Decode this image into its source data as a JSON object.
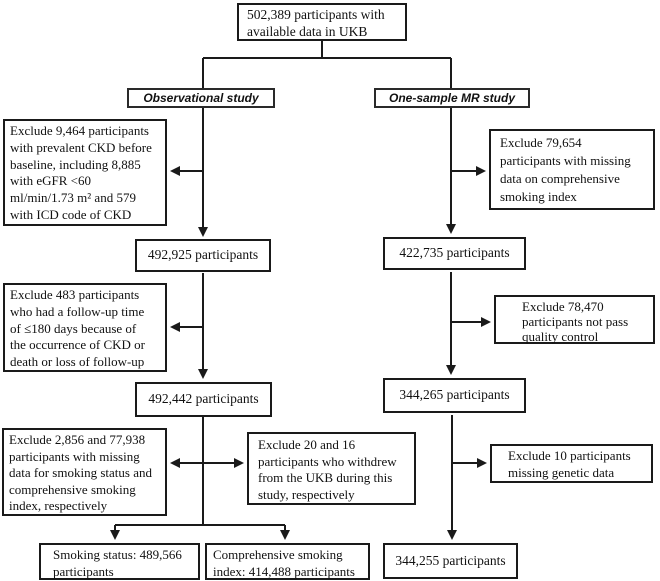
{
  "figure": {
    "type": "participant-flow-diagram",
    "top_box": "502,389 participants with\navailable data in UKB",
    "observational": {
      "label": "Observational study",
      "exclude_ckd": "Exclude 9,464 participants\nwith prevalent CKD before\nbaseline, including 8,885\nwith eGFR <60\nml/min/1.73 m² and 579\nwith ICD code of CKD",
      "n_after_ckd": "492,925 participants",
      "exclude_followup": "Exclude 483 participants\nwho had a follow-up time\nof ≤180 days because of\nthe occurrence of CKD or\ndeath or loss of follow-up",
      "n_after_followup": "492,442 participants",
      "exclude_missing_smoking": "Exclude 2,856 and 77,938\nparticipants with missing\ndata for smoking status and\ncomprehensive smoking\nindex, respectively",
      "exclude_withdrawn": "Exclude 20 and 16\nparticipants who withdrew\nfrom the UKB during this\nstudy, respectively",
      "final_smoking_status": "Smoking status: 489,566\nparticipants",
      "final_smoking_index": "Comprehensive smoking\nindex: 414,488 participants"
    },
    "mr": {
      "label": "One-sample MR study",
      "exclude_missing_csi": "Exclude 79,654\nparticipants with missing\ndata on comprehensive\nsmoking index",
      "n_after_csi": "422,735 participants",
      "exclude_qc": "Exclude 78,470\nparticipants not pass\nquality control",
      "n_after_qc": "344,265 participants",
      "exclude_genetic": "Exclude 10 participants\nmissing genetic data",
      "n_final": "344,255 participants"
    },
    "colors": {
      "border": "#1a1a1a",
      "background": "#ffffff",
      "text": "#111111"
    }
  }
}
